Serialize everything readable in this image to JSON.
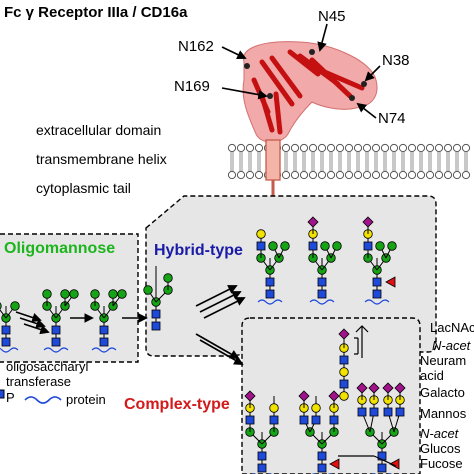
{
  "header": {
    "title": "Fc γ Receptor IIIa / CD16a"
  },
  "sites": {
    "n45": "N45",
    "n162": "N162",
    "n38": "N38",
    "n169": "N169",
    "n74": "N74"
  },
  "domains": {
    "extracellular": "extracellular domain",
    "transmembrane": "transmembrane helix",
    "cytoplasmic": "cytoplasmic tail"
  },
  "glycan_types": {
    "oligomannose": "Oligomannose",
    "hybrid": "Hybrid-type",
    "complex": "Complex-type"
  },
  "legend_left": {
    "enzyme_line1": "oligosaccharyl",
    "enzyme_line2": "transferase",
    "p_fragment": "P",
    "protein": "protein"
  },
  "legend_right": {
    "lacnac": "LacNAc",
    "n_acetyl_1": "N-acet",
    "neuraminic_line1": "Neuram",
    "neuraminic_line2": "acid",
    "galactose": "Galacto",
    "mannose": "Mannos",
    "n_acetyl_2": "N-acet",
    "glucose": "Glucos",
    "fucose": "Fucose"
  },
  "colors": {
    "oligomannose": "#1db51d",
    "hybrid": "#1a1aa8",
    "complex": "#d21a1a",
    "glcnac_square": "#1f49d8",
    "mannose_circle": "#16a316",
    "galactose_circle": "#f2e200",
    "sialic_diamond": "#a0138a",
    "fucose_triangle": "#e01010",
    "protein_red": "#d7191c",
    "panel_fill": "#e6e6e6"
  }
}
